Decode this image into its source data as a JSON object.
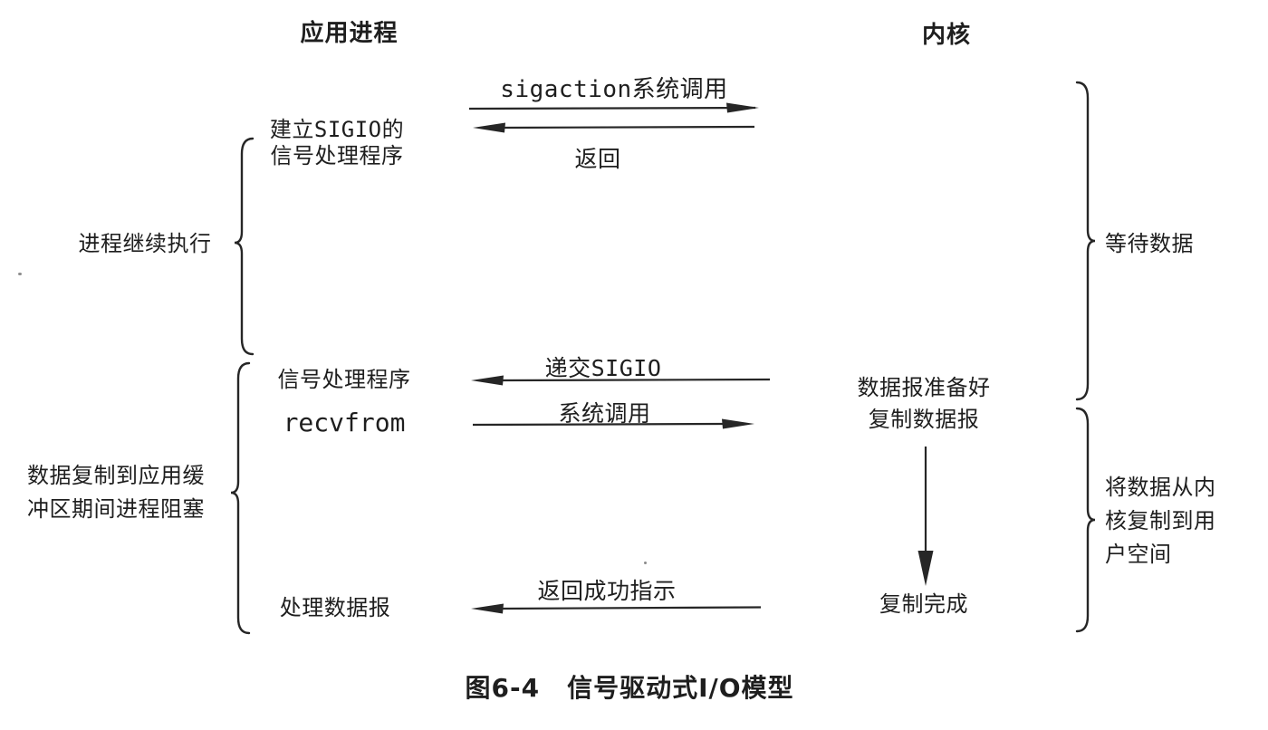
{
  "figure": {
    "app_column_title": "应用进程",
    "kernel_column_title": "内核",
    "caption_figure": "图6-4",
    "caption_title": "信号驱动式I/O模型"
  },
  "app_steps": {
    "step1_line1": "建立SIGIO的",
    "step1_line2": "信号处理程序",
    "step2_line1": "信号处理程序",
    "step2_line2": "recvfrom",
    "step3": "处理数据报"
  },
  "kernel_steps": {
    "step1_line1": "数据报准备好",
    "step1_line2": "复制数据报",
    "step2": "复制完成"
  },
  "arrows": {
    "sigaction_call": "sigaction系统调用",
    "sigaction_return": "返回",
    "deliver_sigio": "递交SIGIO",
    "syscall": "系统调用",
    "return_success": "返回成功指示"
  },
  "annotations": {
    "left_top": "进程继续执行",
    "left_bottom_line1": "数据复制到应用缓",
    "left_bottom_line2": "冲区期间进程阻塞",
    "right_top": "等待数据",
    "right_bottom_line1": "将数据从内",
    "right_bottom_line2": "核复制到用",
    "right_bottom_line3": "户空间"
  },
  "colors": {
    "ink": "#262626",
    "paper": "#ffffff"
  }
}
